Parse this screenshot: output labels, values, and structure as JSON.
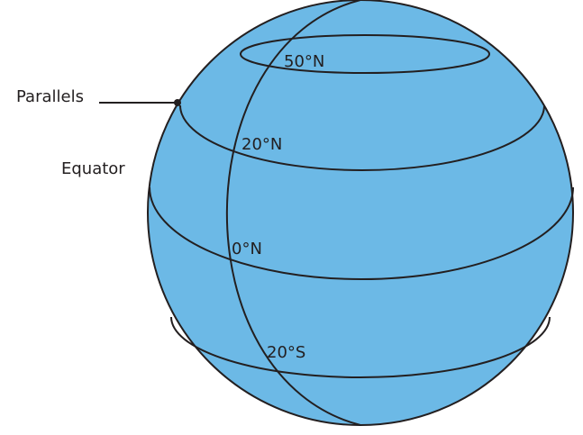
{
  "labels": {
    "parallels": "Parallels",
    "equator": "Equator"
  },
  "latitudes": [
    {
      "label": "50°N"
    },
    {
      "label": "20°N"
    },
    {
      "label": "0°N"
    },
    {
      "label": "20°S"
    }
  ],
  "colors": {
    "globe_fill": "#6cb9e6",
    "line": "#231f20",
    "text": "#231f20"
  }
}
